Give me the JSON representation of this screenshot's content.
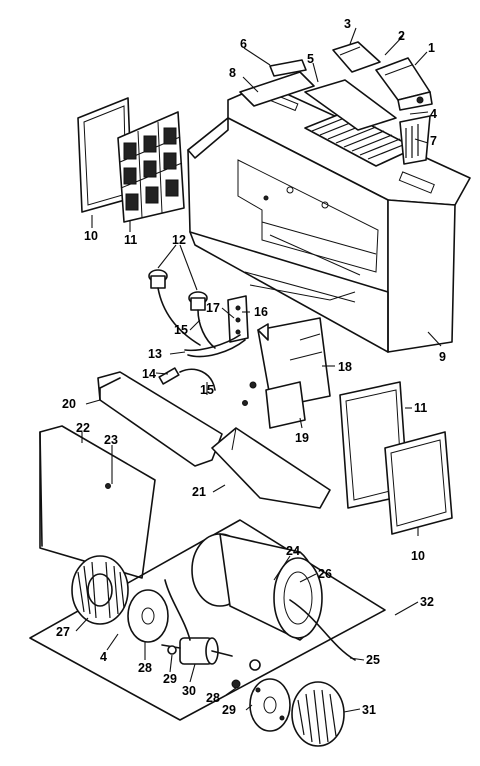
{
  "diagram": {
    "callouts": [
      {
        "id": "c1",
        "text": "1"
      },
      {
        "id": "c2",
        "text": "2"
      },
      {
        "id": "c3",
        "text": "3"
      },
      {
        "id": "c4a",
        "text": "4"
      },
      {
        "id": "c5",
        "text": "5"
      },
      {
        "id": "c6",
        "text": "6"
      },
      {
        "id": "c7",
        "text": "7"
      },
      {
        "id": "c8",
        "text": "8"
      },
      {
        "id": "c9",
        "text": "9"
      },
      {
        "id": "c10a",
        "text": "10"
      },
      {
        "id": "c11a",
        "text": "11"
      },
      {
        "id": "c12",
        "text": "12"
      },
      {
        "id": "c13",
        "text": "13"
      },
      {
        "id": "c14",
        "text": "14"
      },
      {
        "id": "c15a",
        "text": "15"
      },
      {
        "id": "c15b",
        "text": "15"
      },
      {
        "id": "c16",
        "text": "16"
      },
      {
        "id": "c17",
        "text": "17"
      },
      {
        "id": "c18",
        "text": "18"
      },
      {
        "id": "c19",
        "text": "19"
      },
      {
        "id": "c20",
        "text": "20"
      },
      {
        "id": "c11b",
        "text": "11"
      },
      {
        "id": "c21",
        "text": "21"
      },
      {
        "id": "c22",
        "text": "22"
      },
      {
        "id": "c23",
        "text": "23"
      },
      {
        "id": "c10b",
        "text": "10"
      },
      {
        "id": "c24",
        "text": "24"
      },
      {
        "id": "c26",
        "text": "26"
      },
      {
        "id": "c32",
        "text": "32"
      },
      {
        "id": "c27",
        "text": "27"
      },
      {
        "id": "c4b",
        "text": "4"
      },
      {
        "id": "c28a",
        "text": "28"
      },
      {
        "id": "c29a",
        "text": "29"
      },
      {
        "id": "c30",
        "text": "30"
      },
      {
        "id": "c25",
        "text": "25"
      },
      {
        "id": "c28b",
        "text": "28"
      },
      {
        "id": "c29b",
        "text": "29"
      },
      {
        "id": "c31",
        "text": "31"
      }
    ]
  }
}
